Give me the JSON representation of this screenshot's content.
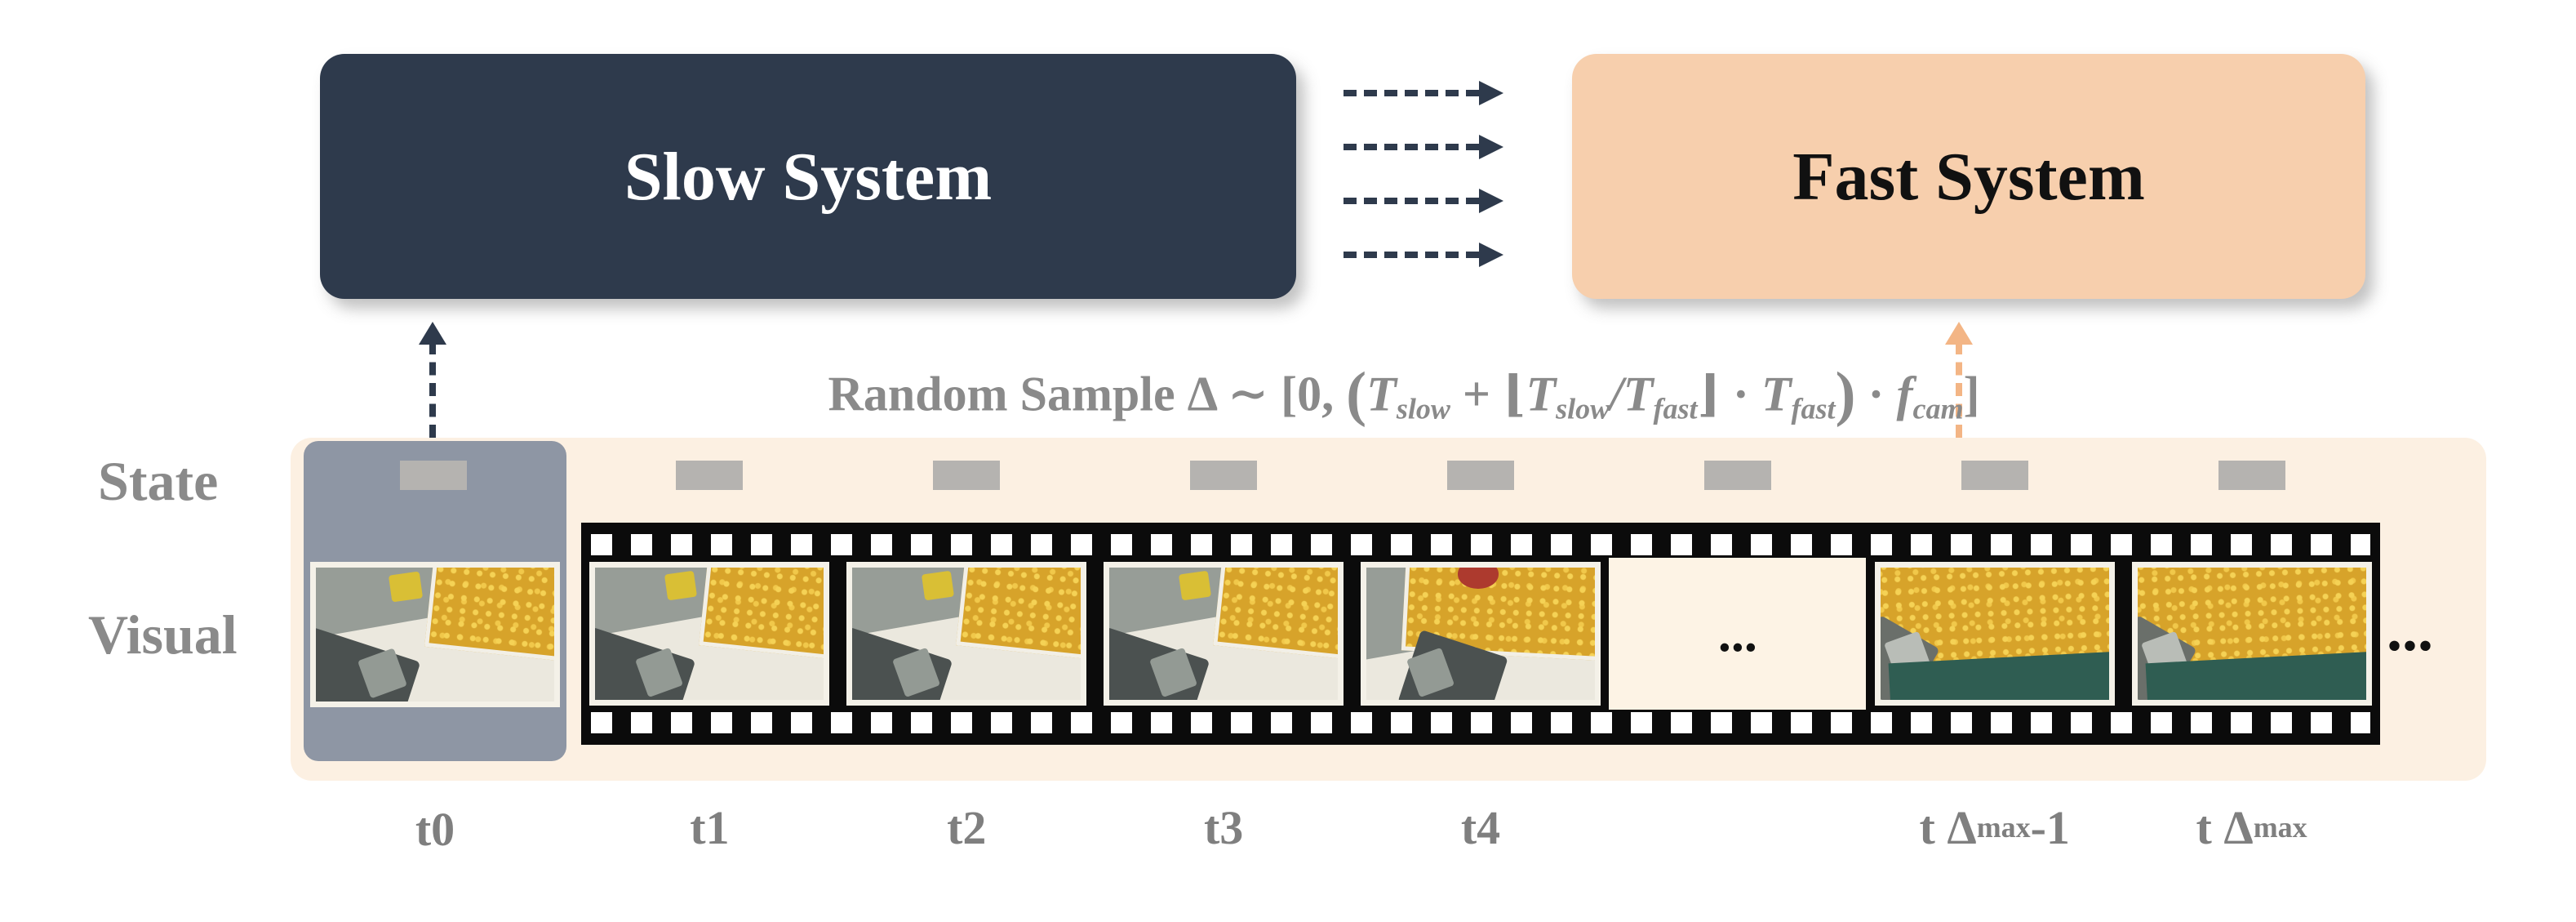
{
  "colors": {
    "slow_box": "#2e3a4c",
    "fast_box": "#f7cfad",
    "timeline_bg": "#fcf0e2",
    "t0_panel": "#8e96a4",
    "state_token": "#b5b3b0",
    "arrow_dark": "#2e3a4c",
    "arrow_peach": "#f3b585",
    "label_gray": "#8a8a8a",
    "film_black": "#0b0b0b",
    "film_cream": "#fdf3e5"
  },
  "systems": {
    "slow": {
      "label": "Slow System"
    },
    "fast": {
      "label": "Fast System"
    }
  },
  "formula": {
    "segments": [
      {
        "text": "Random Sample Δ ∼ [0, ",
        "style": "n"
      },
      {
        "text": "(",
        "style": "big"
      },
      {
        "text": "T",
        "style": "i"
      },
      {
        "text": "slow",
        "style": "sub"
      },
      {
        "text": " + ",
        "style": "n"
      },
      {
        "text": "⌊",
        "style": "n"
      },
      {
        "text": "T",
        "style": "i"
      },
      {
        "text": "slow",
        "style": "sub"
      },
      {
        "text": "/",
        "style": "i"
      },
      {
        "text": "T",
        "style": "i"
      },
      {
        "text": "fast",
        "style": "sub"
      },
      {
        "text": "⌋",
        "style": "n"
      },
      {
        "text": " · ",
        "style": "n"
      },
      {
        "text": "T",
        "style": "i"
      },
      {
        "text": "fast",
        "style": "sub"
      },
      {
        "text": ")",
        "style": "big"
      },
      {
        "text": " · ",
        "style": "n"
      },
      {
        "text": "f",
        "style": "i"
      },
      {
        "text": "cam",
        "style": "sub"
      },
      {
        "text": "]",
        "style": "n"
      }
    ]
  },
  "rows": {
    "state": "State",
    "visual": "Visual"
  },
  "timeline": {
    "frames": [
      {
        "id": "t0",
        "label_main": "t0",
        "label_sub": "",
        "label_suffix": "",
        "scene": "corn-far",
        "highlighted": true
      },
      {
        "id": "t1",
        "label_main": "t1",
        "label_sub": "",
        "label_suffix": "",
        "scene": "corn-far"
      },
      {
        "id": "t2",
        "label_main": "t2",
        "label_sub": "",
        "label_suffix": "",
        "scene": "corn-far"
      },
      {
        "id": "t3",
        "label_main": "t3",
        "label_sub": "",
        "label_suffix": "",
        "scene": "corn-far"
      },
      {
        "id": "t4",
        "label_main": "t4",
        "label_sub": "",
        "label_suffix": "",
        "scene": "corn-near"
      },
      {
        "id": "gap",
        "label_main": "",
        "label_sub": "",
        "label_suffix": "",
        "scene": "blank",
        "ellipsis": "..."
      },
      {
        "id": "t-delta-max-minus-1",
        "label_main": "t Δ",
        "label_sub": "max",
        "label_suffix": "-1",
        "scene": "corn-full"
      },
      {
        "id": "t-delta-max",
        "label_main": "t Δ",
        "label_sub": "max",
        "label_suffix": "",
        "scene": "corn-full"
      }
    ],
    "trailing_ellipsis": "..."
  }
}
